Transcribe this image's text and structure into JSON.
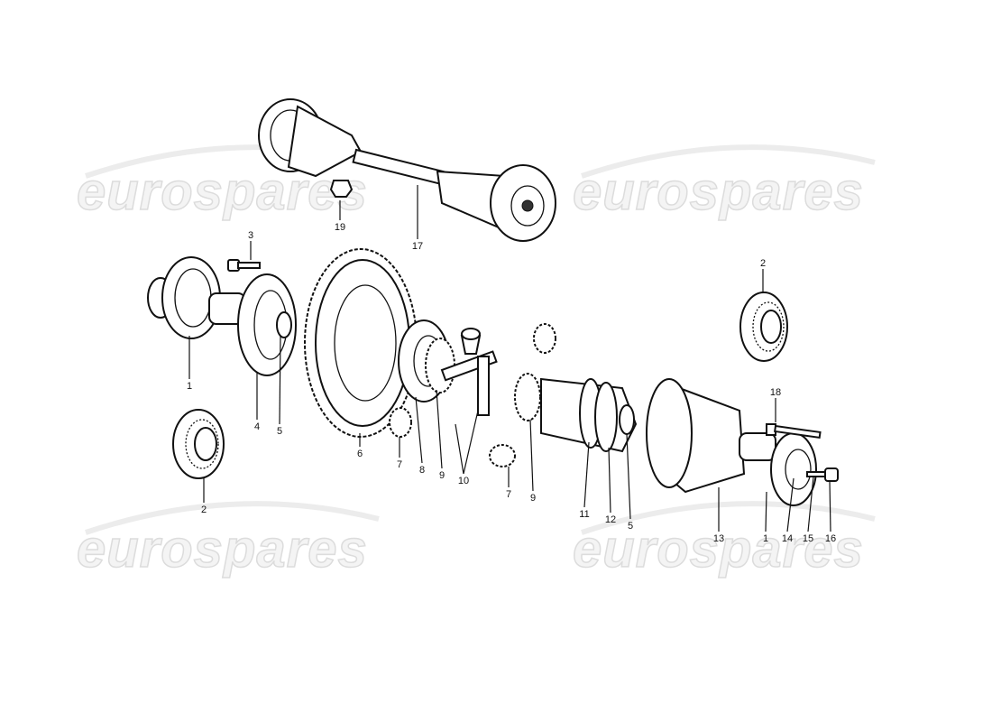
{
  "watermark": "eurospares",
  "callouts": [
    {
      "id": "c19",
      "label": "19"
    },
    {
      "id": "c17",
      "label": "17"
    },
    {
      "id": "c3",
      "label": "3"
    },
    {
      "id": "c1a",
      "label": "1"
    },
    {
      "id": "c4",
      "label": "4"
    },
    {
      "id": "c5a",
      "label": "5"
    },
    {
      "id": "c6",
      "label": "6"
    },
    {
      "id": "c7a",
      "label": "7"
    },
    {
      "id": "c8",
      "label": "8"
    },
    {
      "id": "c9a",
      "label": "9"
    },
    {
      "id": "c10",
      "label": "10"
    },
    {
      "id": "c7b",
      "label": "7"
    },
    {
      "id": "c9b",
      "label": "9"
    },
    {
      "id": "c11",
      "label": "11"
    },
    {
      "id": "c12",
      "label": "12"
    },
    {
      "id": "c5b",
      "label": "5"
    },
    {
      "id": "c13",
      "label": "13"
    },
    {
      "id": "c1b",
      "label": "1"
    },
    {
      "id": "c14",
      "label": "14"
    },
    {
      "id": "c15",
      "label": "15"
    },
    {
      "id": "c16",
      "label": "16"
    },
    {
      "id": "c18",
      "label": "18"
    },
    {
      "id": "c2a",
      "label": "2"
    },
    {
      "id": "c2b",
      "label": "2"
    }
  ]
}
